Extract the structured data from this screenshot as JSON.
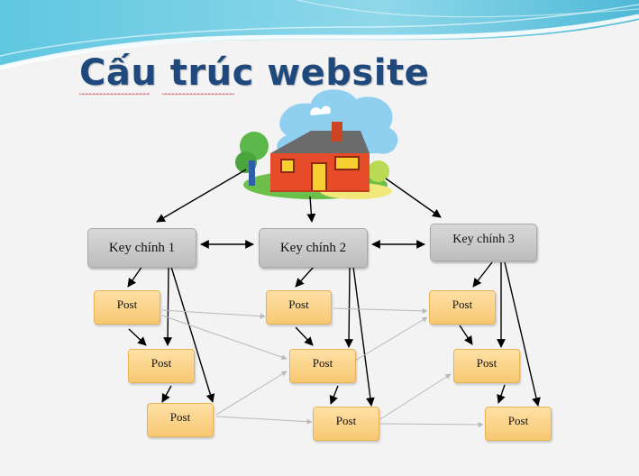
{
  "title": "Cấu trúc website",
  "key_pages": [
    "Key chính 1",
    "Key chính 2",
    "Key chính 3"
  ],
  "post_label": "Post",
  "colors": {
    "title": "#1f497d",
    "key_box": "#c8c8c8",
    "post_box": "#fcd68f",
    "arrow_dark": "#000000",
    "arrow_light": "#b9b9b9"
  },
  "icons": {
    "home": "house-icon"
  }
}
